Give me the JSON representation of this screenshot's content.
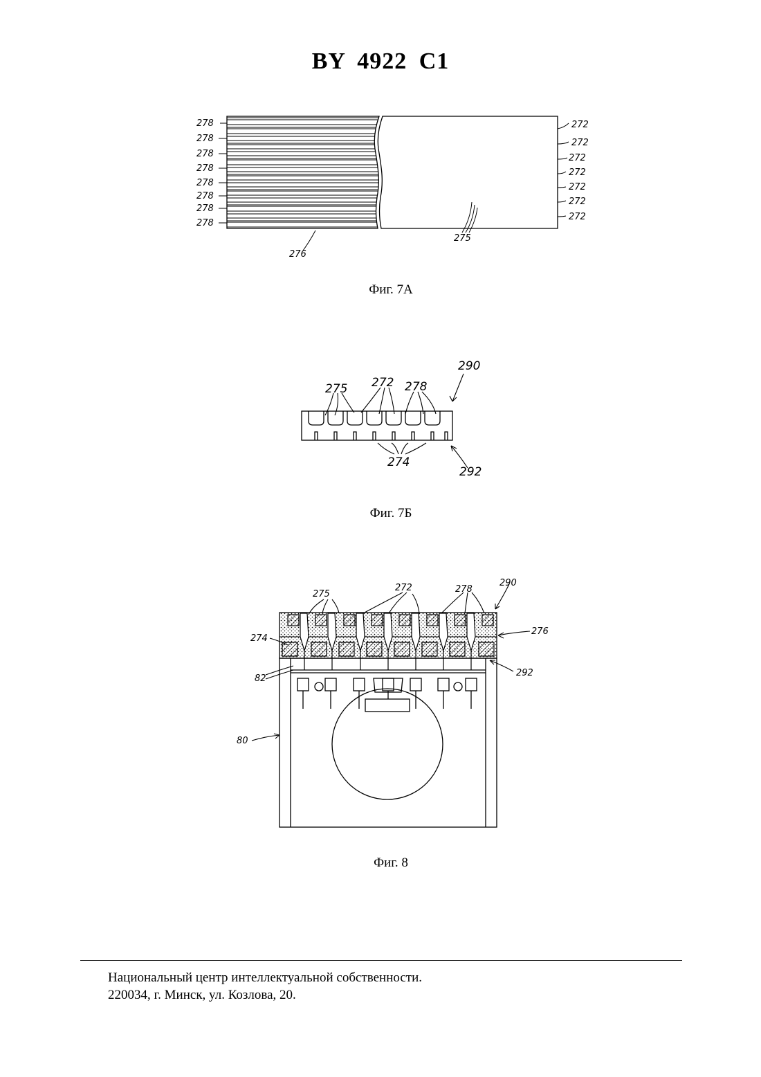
{
  "header": {
    "doc_id": "BY 4922 C1"
  },
  "fig7a": {
    "caption": "Фиг. 7А",
    "left_labels": [
      "278",
      "278",
      "278",
      "278",
      "278",
      "278",
      "278",
      "278"
    ],
    "right_labels": [
      "272",
      "272",
      "272",
      "272",
      "272",
      "272",
      "272"
    ],
    "bottom_left": "276",
    "bottom_right": "275"
  },
  "fig7b": {
    "caption": "Фиг. 7Б",
    "labels": {
      "a": "275",
      "b": "272",
      "c": "278",
      "d": "290",
      "e": "274",
      "f": "292"
    }
  },
  "fig8": {
    "caption": "Фиг. 8",
    "labels": {
      "a": "275",
      "b": "272",
      "c": "278",
      "d": "290",
      "e": "276",
      "f": "274",
      "g": "292",
      "h": "82",
      "i": "80"
    }
  },
  "footer": {
    "line1": "Национальный центр интеллектуальной собственности.",
    "line2": "220034, г. Минск, ул. Козлова, 20."
  }
}
